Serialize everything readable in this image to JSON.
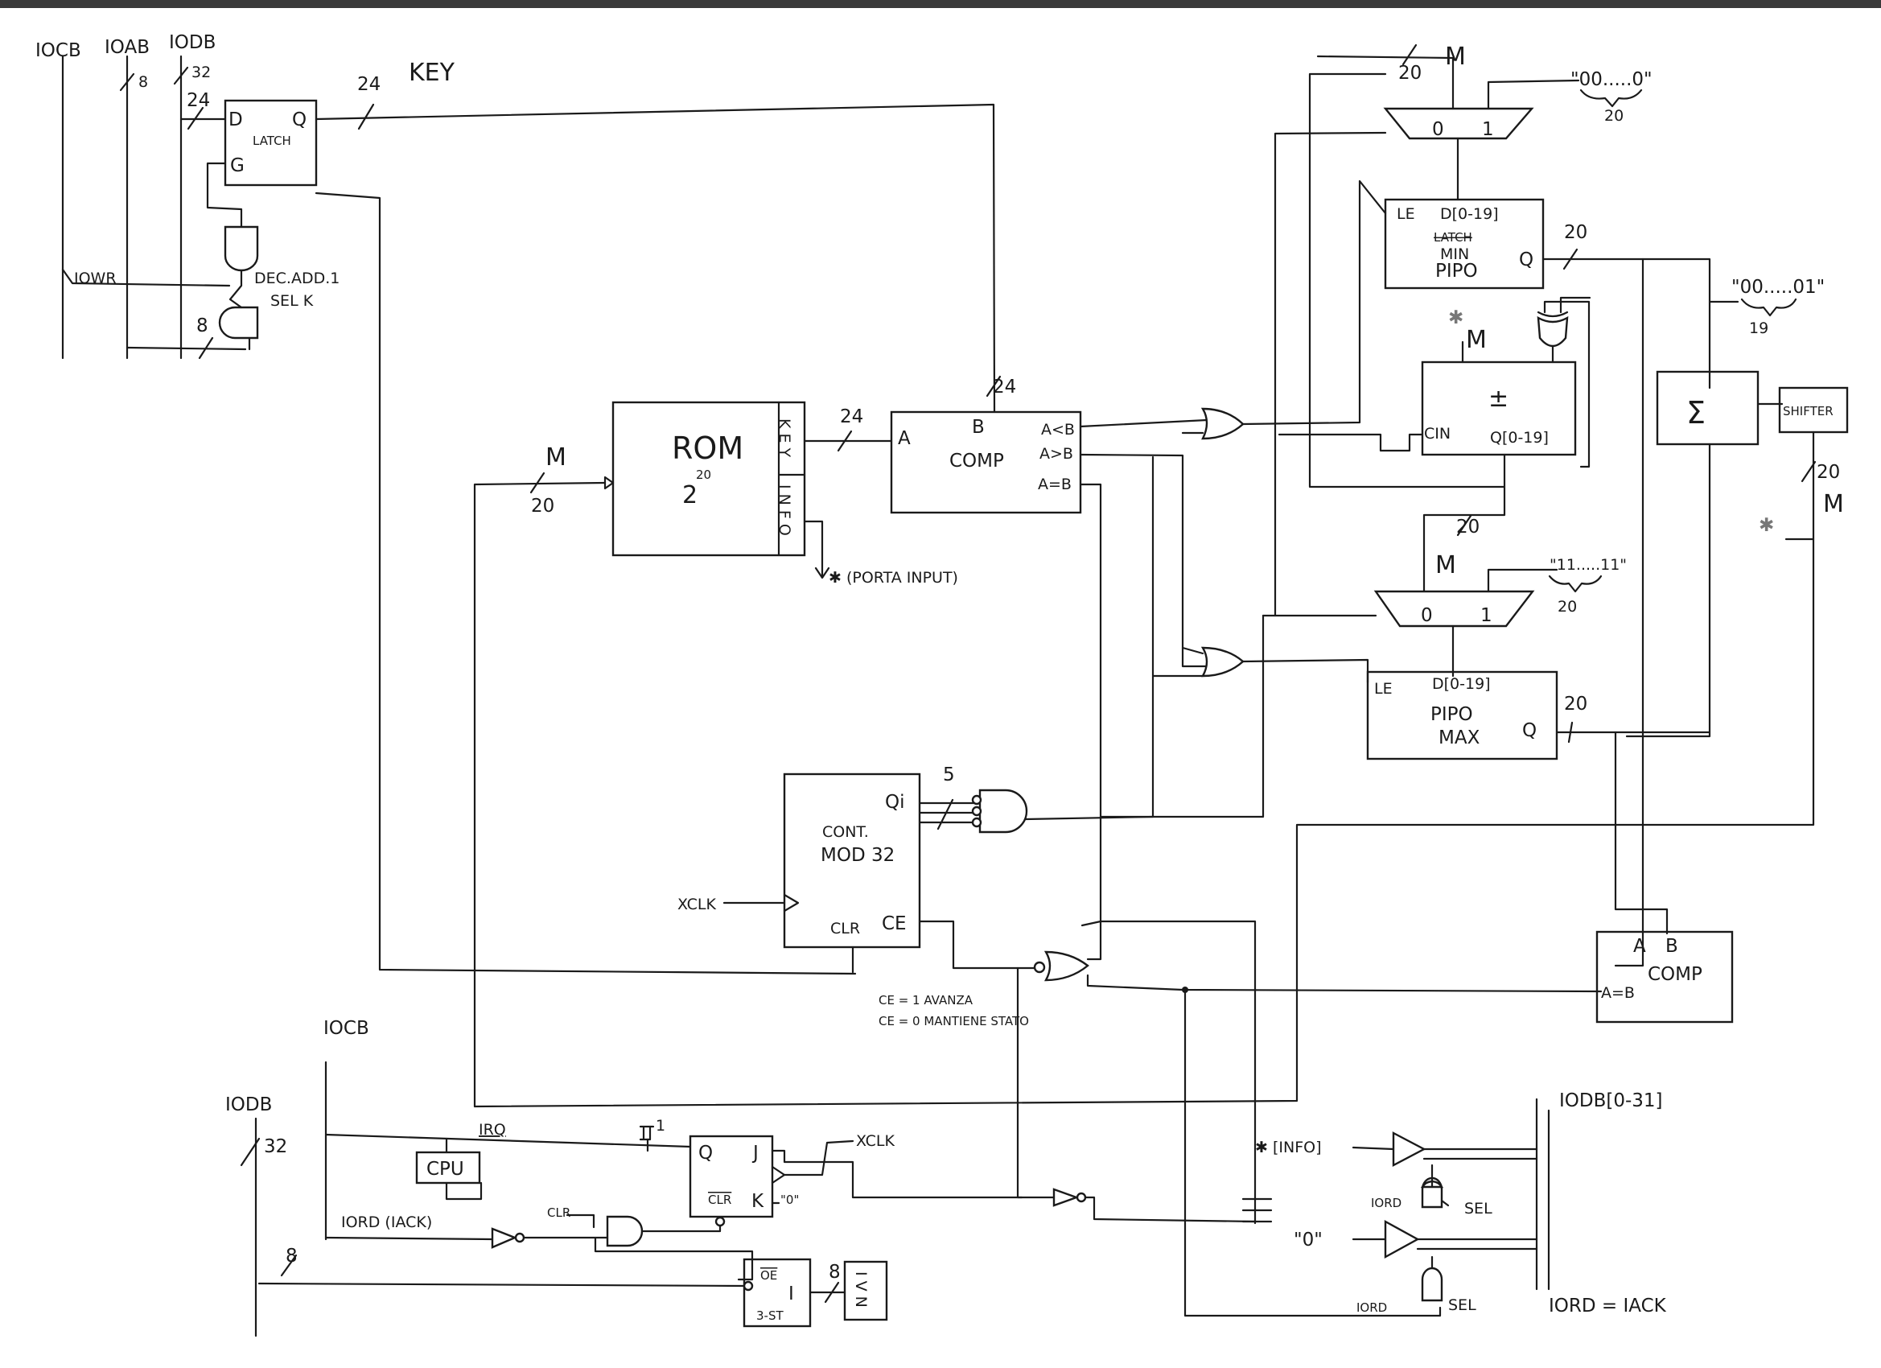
{
  "buses": {
    "iocb": "IOCB",
    "ioab": "IOAB",
    "iodb": "IODB",
    "ioab_width": "8",
    "iodb_width": "32",
    "iowr": "IOWR"
  },
  "latch": {
    "d": "D",
    "q": "Q",
    "g": "G",
    "name": "LATCH",
    "in_width": "24",
    "out_width": "24",
    "key": "KEY"
  },
  "decoder": {
    "line1": "DEC.ADD.1",
    "line2": "SEL K",
    "width": "8"
  },
  "rom": {
    "name": "ROM",
    "exp": "20",
    "base": "2",
    "key_label": "K E Y",
    "info_label": "I N F O",
    "addr_label": "M",
    "addr_width": "20",
    "porta": "✱ (PORTA INPUT)"
  },
  "comp1": {
    "a": "A",
    "b": "B",
    "name": "COMP",
    "alb": "A<B",
    "agb": "A>B",
    "aeb": "A=B",
    "key_width": "24",
    "a_width": "24"
  },
  "mux_min": {
    "label_m": "M",
    "width": "20",
    "in0": "0",
    "in1": "1",
    "const": "\"00.....0\"",
    "const_width": "20"
  },
  "pipo_min": {
    "le": "LE",
    "d": "D[0-19]",
    "struck": "LATCH",
    "name1": "MIN",
    "name2": "PIPO",
    "q": "Q",
    "q_width": "20"
  },
  "addsub": {
    "label_m": "M",
    "sign": "±",
    "cin": "CIN",
    "q": "Q[0-19]",
    "const": "\"00.....01\"",
    "const_width": "19",
    "out_width": "20"
  },
  "sum": {
    "symbol": "Σ"
  },
  "shifter": {
    "name": "SHIFTER",
    "width": "20",
    "label_m": "M"
  },
  "mux_max": {
    "label_m": "M",
    "in0": "0",
    "in1": "1",
    "const": "\"11.....11\"",
    "const_width": "20"
  },
  "pipo_max": {
    "le": "LE",
    "d": "D[0-19]",
    "name1": "PIPO",
    "name2": "MAX",
    "q": "Q",
    "q_width": "20"
  },
  "counter": {
    "name1": "CONT.",
    "name2": "MOD 32",
    "qi": "Qi",
    "width": "5",
    "clk": "XCLK",
    "clr": "CLR",
    "ce": "CE"
  },
  "ce_note": {
    "line1": "CE = 1     AVANZA",
    "line2": "CE = 0     MANTIENE STATO"
  },
  "comp2": {
    "a": "A",
    "b": "B",
    "name": "COMP",
    "aeb": "A=B"
  },
  "bottom": {
    "iocb": "IOCB",
    "iodb": "IODB",
    "iodb_width": "32",
    "irq": "IRQ",
    "cpu": "CPU",
    "one": "1",
    "q": "Q",
    "j": "J",
    "k": "K",
    "clr_ff": "CLR",
    "xclk": "XCLK",
    "zero_k": "\"0\"",
    "iord_iack": "IORD (IACK)",
    "clr_gate": "CLR",
    "width8": "8",
    "oe": "OE",
    "three_st_in": "I",
    "three_st": "3-ST",
    "ivn": "I V N"
  },
  "output": {
    "bus": "IODB[0-31]",
    "info": "✱ [INFO]",
    "zero": "\"0\"",
    "iord1": "IORD",
    "sel1": "SEL",
    "iord2": "IORD",
    "sel2": "SEL",
    "note": "IORD = IACK"
  },
  "marks": {
    "star": "✱"
  }
}
